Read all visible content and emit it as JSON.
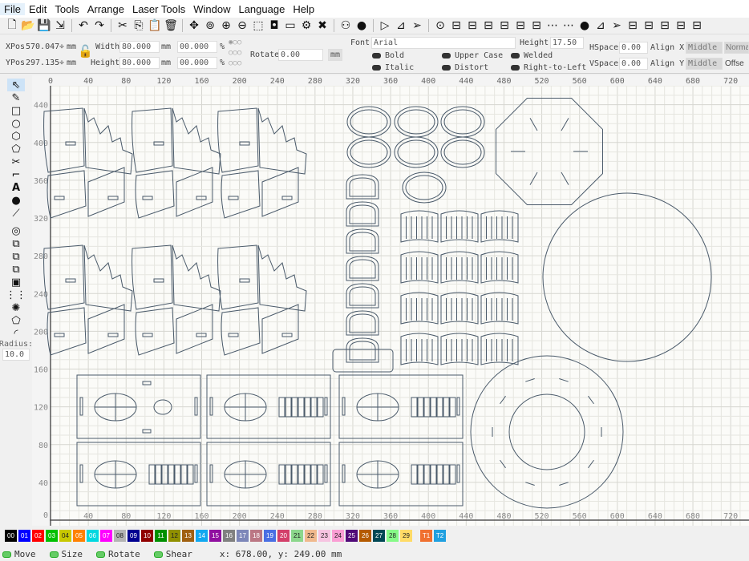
{
  "menu": [
    "File",
    "Edit",
    "Tools",
    "Arrange",
    "Laser Tools",
    "Window",
    "Language",
    "Help"
  ],
  "toolbar_icons": [
    "new-file",
    "open-folder",
    "save",
    "import",
    "undo",
    "redo",
    "cut",
    "copy",
    "paste",
    "delete",
    "move",
    "zoom-fit",
    "zoom-in",
    "zoom-out",
    "select-frame",
    "camera",
    "monitor",
    "settings",
    "tools",
    "group",
    "ungroup",
    "flip-horizontal",
    "mirror",
    "send",
    "target",
    "align-left",
    "align-center",
    "align-right",
    "align-top",
    "align-middle",
    "align-bottom",
    "distribute",
    "distribute-v",
    "user",
    "mirror-2",
    "send-2",
    "align-a",
    "align-b",
    "align-c",
    "align-d",
    "align-e"
  ],
  "props": {
    "xpos_label": "XPos",
    "xpos": "570.047",
    "ypos_label": "YPos",
    "ypos": "297.135",
    "unit": "mm",
    "width_label": "Width",
    "width": "80.000",
    "height_label": "Height",
    "height": "80.000",
    "scale_w": "00.000",
    "scale_h": "00.000",
    "pct": "%",
    "rotate_label": "Rotate",
    "rotate": "0.00",
    "mm_button": "mm",
    "font_label": "Font",
    "font": "Arial",
    "font_height_label": "Height",
    "font_height": "17.50",
    "bold": "Bold",
    "italic": "Italic",
    "upper_case": "Upper Case",
    "distort": "Distort",
    "welded": "Welded",
    "rtl": "Right-to-Left",
    "hspace_label": "HSpace",
    "hspace": "0.00",
    "vspace_label": "VSpace",
    "vspace": "0.00",
    "alignx_label": "Align X",
    "alignx": "Middle",
    "aligny_label": "Align Y",
    "aligny": "Middle",
    "normal": "Norma",
    "offset": "Offse"
  },
  "left_tools": {
    "radius_label": "Radius:",
    "radius": "10.0"
  },
  "rulers": {
    "x": [
      "0",
      "40",
      "80",
      "120",
      "160",
      "200",
      "240",
      "280",
      "320",
      "360",
      "400",
      "440",
      "480",
      "520",
      "560",
      "600",
      "640",
      "680",
      "720"
    ],
    "y": [
      "440",
      "400",
      "360",
      "320",
      "280",
      "240",
      "200",
      "160",
      "120",
      "80",
      "40",
      "0"
    ]
  },
  "palette": [
    {
      "l": "00",
      "c": "#000000"
    },
    {
      "l": "01",
      "c": "#0000ff"
    },
    {
      "l": "02",
      "c": "#ff0000"
    },
    {
      "l": "03",
      "c": "#00c000"
    },
    {
      "l": "04",
      "c": "#c8c800"
    },
    {
      "l": "05",
      "c": "#ff8000"
    },
    {
      "l": "06",
      "c": "#00d8e0"
    },
    {
      "l": "07",
      "c": "#ff00ff"
    },
    {
      "l": "08",
      "c": "#b4b4b4"
    },
    {
      "l": "09",
      "c": "#000090"
    },
    {
      "l": "10",
      "c": "#900000"
    },
    {
      "l": "11",
      "c": "#009000"
    },
    {
      "l": "12",
      "c": "#909000"
    },
    {
      "l": "13",
      "c": "#a06010"
    },
    {
      "l": "14",
      "c": "#10a8f0"
    },
    {
      "l": "15",
      "c": "#9010a0"
    },
    {
      "l": "16",
      "c": "#808080"
    },
    {
      "l": "17",
      "c": "#7d87b9"
    },
    {
      "l": "18",
      "c": "#bb7784"
    },
    {
      "l": "19",
      "c": "#4a6fe3"
    },
    {
      "l": "20",
      "c": "#d33f6a"
    },
    {
      "l": "21",
      "c": "#8cd78c"
    },
    {
      "l": "22",
      "c": "#f0b98d"
    },
    {
      "l": "23",
      "c": "#f6c4e1"
    },
    {
      "l": "24",
      "c": "#fa9ed4"
    },
    {
      "l": "25",
      "c": "#500a78"
    },
    {
      "l": "26",
      "c": "#b45a00"
    },
    {
      "l": "27",
      "c": "#004754"
    },
    {
      "l": "28",
      "c": "#86fa88"
    },
    {
      "l": "29",
      "c": "#ffdb66"
    },
    {
      "l": "T1",
      "c": "#f07030"
    },
    {
      "l": "T2",
      "c": "#20a0e0"
    }
  ],
  "status": {
    "move": "Move",
    "size": "Size",
    "rotate": "Rotate",
    "shear": "Shear",
    "coords": "x: 678.00, y: 249.00 mm"
  }
}
